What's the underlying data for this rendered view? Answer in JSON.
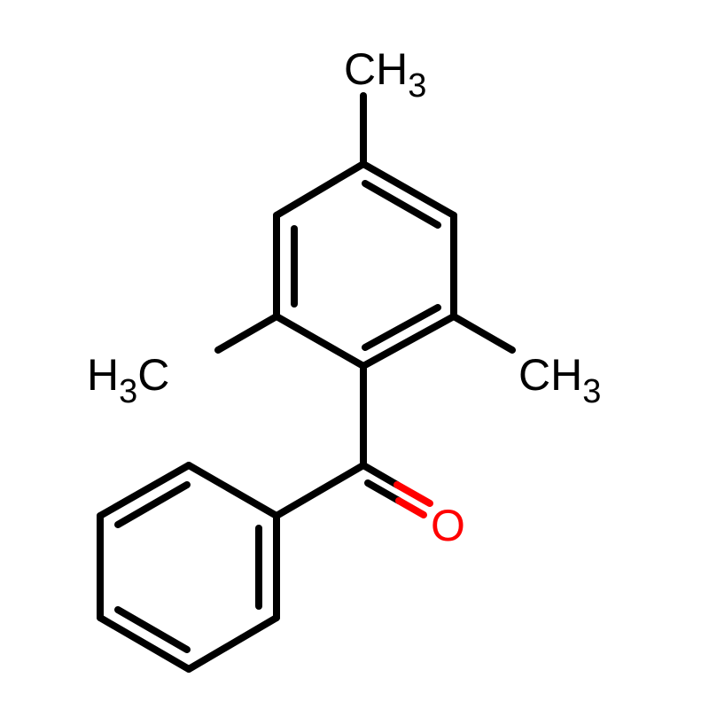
{
  "molecule": {
    "atoms": {
      "methyl_top": {
        "main": "CH",
        "sub": "3"
      },
      "methyl_left": {
        "pre": "H",
        "sub": "3",
        "main": "C"
      },
      "methyl_right": {
        "main": "CH",
        "sub": "3"
      },
      "oxygen": "O"
    },
    "colors": {
      "bond": "#000000",
      "oxygen": "#ff0000"
    }
  }
}
